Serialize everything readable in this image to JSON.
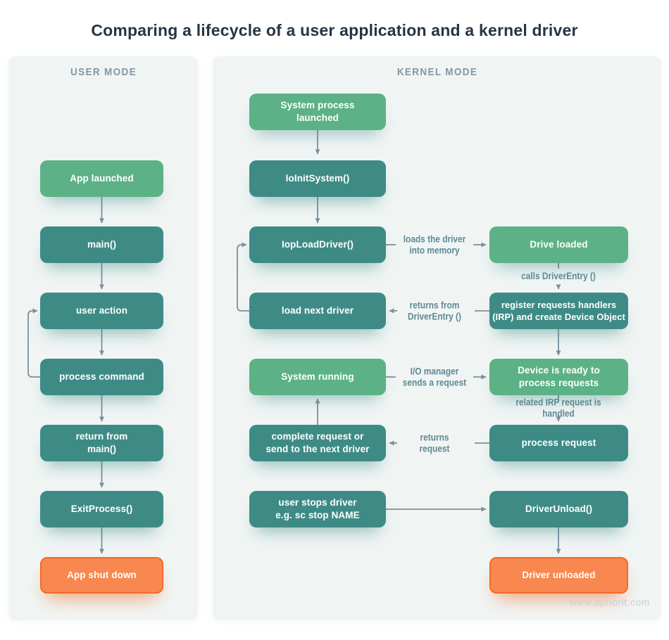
{
  "title": "Comparing a lifecycle of a user application and a kernel driver",
  "watermark": "www.apriorit.com",
  "colors": {
    "node_green": "#5cb286",
    "node_teal": "#3e8b86",
    "node_orange_fill": "#f8884f",
    "node_orange_border": "#f26a25",
    "node_text": "#ffffff",
    "connector": "#7a909f",
    "edge_label_text": "#5f8894",
    "panel_background": "#f0f5f4",
    "title_text": "#263544",
    "panel_header_text": "#8296a4",
    "watermark_text": "#c7d1d5"
  },
  "user_mode": {
    "header": "USER MODE",
    "nodes": [
      {
        "label": "App launched",
        "type": "green"
      },
      {
        "label": "main()",
        "type": "teal"
      },
      {
        "label": "user action",
        "type": "teal"
      },
      {
        "label": "process command",
        "type": "teal"
      },
      {
        "label": "return from\nmain()",
        "type": "teal"
      },
      {
        "label": "ExitProcess()",
        "type": "teal"
      },
      {
        "label": "App shut down",
        "type": "orange"
      }
    ]
  },
  "kernel_mode": {
    "header": "KERNEL MODE",
    "main_column": [
      {
        "label": "System process\nlaunched",
        "type": "green"
      },
      {
        "label": "IoInitSystem()",
        "type": "teal"
      },
      {
        "label": "IopLoadDriver()",
        "type": "teal"
      },
      {
        "label": "load next driver",
        "type": "teal"
      },
      {
        "label": "System running",
        "type": "green"
      },
      {
        "label": "complete request or\nsend to the next driver",
        "type": "teal"
      },
      {
        "label": "user stops driver\ne.g. sc stop NAME",
        "type": "teal"
      }
    ],
    "right_column": [
      {
        "label": "Drive loaded",
        "type": "green"
      },
      {
        "label": "register requests handlers\n(IRP) and create Device Object",
        "type": "teal"
      },
      {
        "label": "Device is ready to\nprocess requests",
        "type": "green"
      },
      {
        "label": "process request",
        "type": "teal"
      },
      {
        "label": "DriverUnload()",
        "type": "teal"
      },
      {
        "label": "Driver unloaded",
        "type": "orange"
      }
    ],
    "edge_labels": {
      "loads_driver": "loads the driver\ninto memory",
      "calls_driver_entry": "calls DriverEntry ()",
      "returns_from_driver_entry": "returns from\nDriverEntry ()",
      "io_manager": "I/O manager\nsends a request",
      "related_irp": "related IRP request is handled",
      "returns_request": "returns\nrequest"
    }
  }
}
